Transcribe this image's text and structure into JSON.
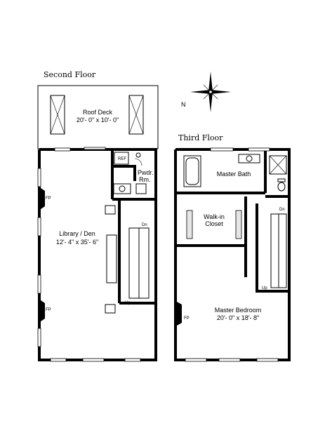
{
  "floors": {
    "second": {
      "title": "Second Floor"
    },
    "third": {
      "title": "Third Floor"
    }
  },
  "compass": {
    "north": "N"
  },
  "rooms": {
    "roof_deck": {
      "name": "Roof Deck",
      "dims": "20'- 0\" x 10'- 0\""
    },
    "ref": {
      "name": "REF"
    },
    "powder_room": {
      "line1": "Pwdr.",
      "line2": "Rm."
    },
    "library": {
      "name": "Library / Den",
      "dims": "12'- 4\" x 35'- 6\""
    },
    "master_bath": {
      "name": "Master Bath"
    },
    "walk_in_closet": {
      "line1": "Walk-in",
      "line2": "Closet"
    },
    "master_bedroom": {
      "name": "Master Bedroom",
      "dims": "20'- 0\" x 18'- 8\""
    }
  },
  "labels": {
    "fireplace": "FP",
    "stairs_down": "Dn",
    "stairs_up": "Up"
  }
}
